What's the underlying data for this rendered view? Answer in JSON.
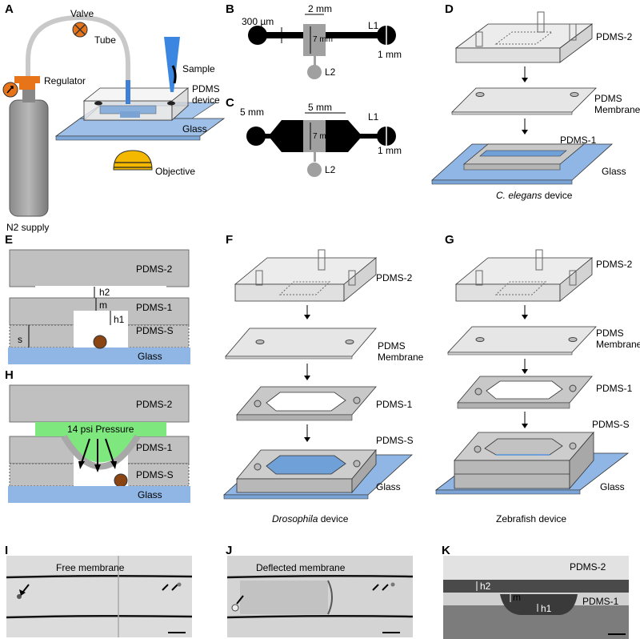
{
  "panels": {
    "A": "A",
    "B": "B",
    "C": "C",
    "D": "D",
    "E": "E",
    "F": "F",
    "G": "G",
    "H": "H",
    "I": "I",
    "J": "J",
    "K": "K"
  },
  "panelA": {
    "valve": "Valve",
    "tube": "Tube",
    "regulator": "Regulator",
    "sample": "Sample",
    "pdms1": "PDMS",
    "pdms2": "device",
    "glass": "Glass",
    "objective": "Objective",
    "n2": "N2 supply"
  },
  "panelB": {
    "width": "300 µm",
    "length": "2 mm",
    "chamber": "7 mm",
    "l1": "L1",
    "l2": "L2",
    "port": "1 mm"
  },
  "panelC": {
    "width": "5 mm",
    "length": "5 mm",
    "chamber": "7 mm",
    "l1": "L1",
    "l2": "L2",
    "port": "1 mm"
  },
  "panelD": {
    "pdms2": "PDMS-2",
    "membrane1": "PDMS",
    "membrane2": "Membrane",
    "pdms1": "PDMS-1",
    "glass": "Glass",
    "cap_italic": "C. elegans",
    "cap_rest": " device"
  },
  "panelE": {
    "pdms2": "PDMS-2",
    "pdms1": "PDMS-1",
    "pdmss": "PDMS-S",
    "glass": "Glass",
    "h2": "h2",
    "m": "m",
    "h1": "h1",
    "s": "s"
  },
  "panelH": {
    "pdms2": "PDMS-2",
    "pressure": "14 psi Pressure",
    "pdms1": "PDMS-1",
    "pdmss": "PDMS-S",
    "glass": "Glass"
  },
  "panelF": {
    "pdms2": "PDMS-2",
    "membrane1": "PDMS",
    "membrane2": "Membrane",
    "pdms1": "PDMS-1",
    "pdmss": "PDMS-S",
    "glass": "Glass",
    "cap_italic": "Drosophila",
    "cap_rest": " device"
  },
  "panelG": {
    "pdms2": "PDMS-2",
    "membrane1": "PDMS",
    "membrane2": "Membrane",
    "pdms1": "PDMS-1",
    "pdmss": "PDMS-S",
    "glass": "Glass",
    "caption": "Zebrafish device"
  },
  "panelI": {
    "title": "Free membrane"
  },
  "panelJ": {
    "title": "Deflected membrane"
  },
  "panelK": {
    "pdms2": "PDMS-2",
    "pdms1": "PDMS-1",
    "h2": "h2",
    "m": "m",
    "h1": "h1"
  },
  "colors": {
    "blue": "#6fa0d8",
    "orange": "#e8741a",
    "gold": "#f5b800",
    "grey": "#a6a6a6",
    "green": "#7ee87e"
  }
}
